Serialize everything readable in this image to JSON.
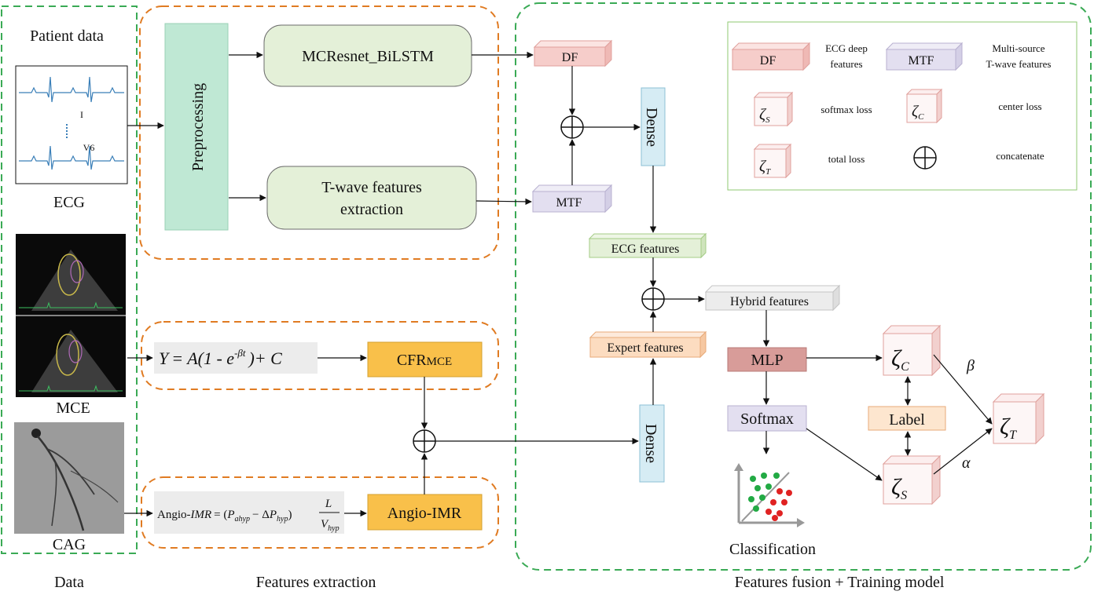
{
  "sections": {
    "data": "Data",
    "features_extraction": "Features extraction",
    "fusion_training": "Features fusion + Training model"
  },
  "patient": {
    "title": "Patient data",
    "ecg_caption": "ECG",
    "ecg_lead_first": "I",
    "ecg_lead_last": "V6",
    "mce_caption": "MCE",
    "cag_caption": "CAG"
  },
  "extraction": {
    "preprocessing": "Preprocessing",
    "mcresnet": "MCResnet_BiLSTM",
    "twave_line1": "T-wave features",
    "twave_line2": "extraction",
    "cfr_main": "CFR",
    "cfr_sub": "MCE",
    "angio_imr": "Angio-IMR",
    "formula_mce": {
      "Y": "Y",
      "eq_a": "= A(1 - e",
      "exp": "-βt",
      "tail": ")+ C"
    },
    "formula_imr": {
      "prefix": "Angio-",
      "imr": "IMR",
      "eq": "= (",
      "p1": "P",
      "p1_sub": "ahyp",
      "minus": "− Δ",
      "p2": "P",
      "p2_sub": "hyp",
      "close": ")",
      "num": "L",
      "den": "V",
      "den_sub": "hyp"
    }
  },
  "fusion": {
    "df": "DF",
    "mtf": "MTF",
    "dense": "Dense",
    "ecg_features": "ECG features",
    "expert_features": "Expert features",
    "hybrid_features": "Hybrid features",
    "mlp": "MLP",
    "softmax": "Softmax",
    "label": "Label",
    "classification": "Classification",
    "beta": "β",
    "alpha": "α",
    "zeta": "ζ",
    "sub_c": "C",
    "sub_s": "S",
    "sub_t": "T"
  },
  "legend": {
    "df": "DF",
    "df_desc_1": "ECG deep",
    "df_desc_2": "features",
    "mtf": "MTF",
    "mtf_desc_1": "Multi-source",
    "mtf_desc_2": "T-wave features",
    "softmax_loss": "softmax loss",
    "center_loss": "center loss",
    "total_loss": "total loss",
    "concatenate": "concatenate"
  },
  "colors": {
    "green_dash": "#3aaa55",
    "orange_dash": "#e07b22",
    "preproc_fill": "#bfe8d4",
    "rounded_green_fill": "#e4f0d8",
    "dense_fill": "#d6ecf4",
    "df_fill": "#f6cdca",
    "mtf_fill": "#e3dff0",
    "ecg_feat_fill": "#e4f0d8",
    "expert_fill": "#fcdcc0",
    "hybrid_fill": "#ececec",
    "mlp_fill": "#d89c99",
    "label_fill": "#fde6cf",
    "orange_box": "#f9c04a"
  }
}
